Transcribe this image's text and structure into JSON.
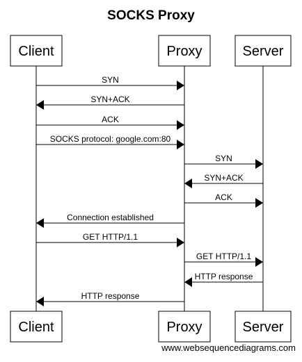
{
  "diagram": {
    "title": "SOCKS Proxy",
    "credit": "www.websequencediagrams.com",
    "participants": [
      {
        "id": "client",
        "label": "Client"
      },
      {
        "id": "proxy",
        "label": "Proxy"
      },
      {
        "id": "server",
        "label": "Server"
      }
    ],
    "messages": [
      {
        "from": "client",
        "to": "proxy",
        "label": "SYN"
      },
      {
        "from": "proxy",
        "to": "client",
        "label": "SYN+ACK"
      },
      {
        "from": "client",
        "to": "proxy",
        "label": "ACK"
      },
      {
        "from": "client",
        "to": "proxy",
        "label": "SOCKS protocol: google.com:80"
      },
      {
        "from": "proxy",
        "to": "server",
        "label": "SYN"
      },
      {
        "from": "server",
        "to": "proxy",
        "label": "SYN+ACK"
      },
      {
        "from": "proxy",
        "to": "server",
        "label": "ACK"
      },
      {
        "from": "proxy",
        "to": "client",
        "label": "Connection established"
      },
      {
        "from": "client",
        "to": "proxy",
        "label": "GET HTTP/1.1"
      },
      {
        "from": "proxy",
        "to": "server",
        "label": "GET HTTP/1.1"
      },
      {
        "from": "server",
        "to": "proxy",
        "label": "HTTP response"
      },
      {
        "from": "proxy",
        "to": "client",
        "label": "HTTP response"
      }
    ]
  }
}
